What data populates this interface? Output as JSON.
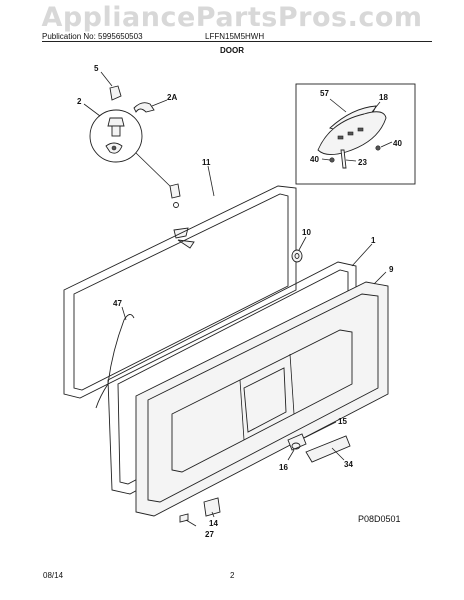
{
  "watermark": "AppliancePartsPros.com",
  "header": {
    "publication": "Publication No: 5995650503",
    "model": "LFFN15M5HWH",
    "section": "DOOR"
  },
  "footer": {
    "date": "08/14",
    "page": "2",
    "ref_code": "P08D0501"
  },
  "parts": {
    "p5": "5",
    "p2": "2",
    "p2a": "2A",
    "p11": "11",
    "p10": "10",
    "p1": "1",
    "p9": "9",
    "p47": "47",
    "p15": "15",
    "p16": "16",
    "p34": "34",
    "p14": "14",
    "p27": "27"
  },
  "inset_parts": {
    "p57": "57",
    "p18": "18",
    "p40a": "40",
    "p40b": "40",
    "p23": "23"
  }
}
